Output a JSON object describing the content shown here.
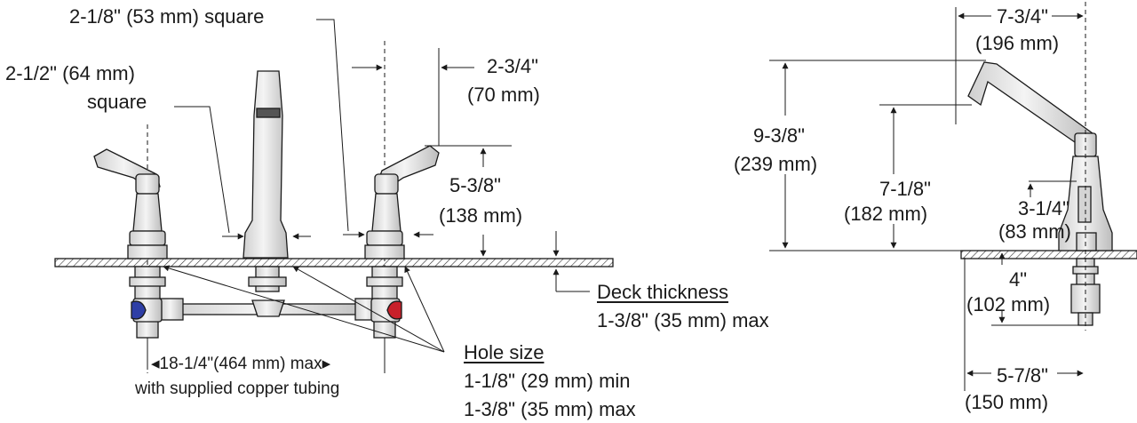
{
  "front_view": {
    "spout_base": {
      "dim": "2-1/8\" (53 mm) square"
    },
    "handle_base": {
      "line1": "2-1/2\" (64 mm)",
      "line2": "square"
    },
    "offset": {
      "line1": "2-3/4\"",
      "line2": "(70 mm)"
    },
    "handle_height": {
      "line1": "5-3/8\"",
      "line2": "(138 mm)"
    },
    "deck": {
      "title": "Deck thickness",
      "value": "1-3/8\" (35 mm) max"
    },
    "hole": {
      "title": "Hole size",
      "min": "1-1/8\" (29 mm) min",
      "max": "1-3/8\" (35 mm) max"
    },
    "spread": {
      "value": "18-1/4\"(464 mm) max",
      "note": "with supplied copper tubing"
    }
  },
  "side_view": {
    "reach": {
      "line1": "7-3/4\"",
      "line2": "(196 mm)"
    },
    "overall_height": {
      "line1": "9-3/8\"",
      "line2": "(239 mm)"
    },
    "aerator_height": {
      "line1": "7-1/8\"",
      "line2": "(182 mm)"
    },
    "handle_height": {
      "line1": "3-1/4\"",
      "line2": "(83 mm)"
    },
    "shank": {
      "line1": "4\"",
      "line2": "(102 mm)"
    },
    "base_depth": {
      "line1": "5-7/8\"",
      "line2": "(150 mm)"
    }
  },
  "colors": {
    "hot": "#c8202a",
    "cold": "#2f3fa6",
    "metal": "#e6e6e6",
    "outline": "#1a1a1a"
  }
}
